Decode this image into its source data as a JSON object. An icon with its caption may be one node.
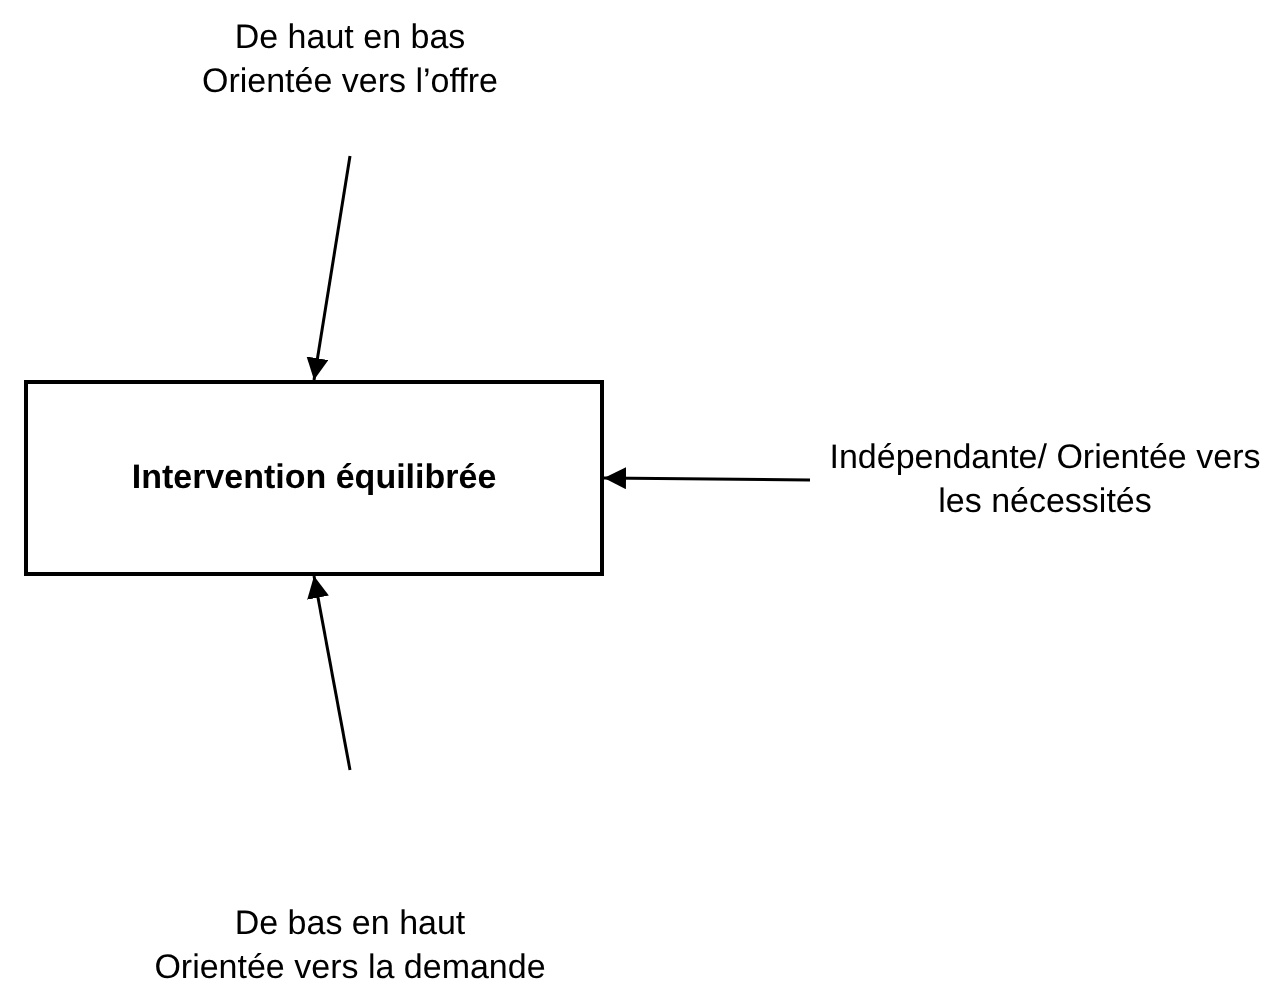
{
  "diagram": {
    "nodes": [
      {
        "text": [
          "Intervention équilibrée"
        ]
      },
      {
        "text": [
          "De haut en bas",
          "Orientée vers l’offre"
        ]
      },
      {
        "text": [
          "Indépendante/ Orientée vers les nécessités"
        ]
      },
      {
        "text": [
          "De bas en haut",
          "Orientée vers la demande"
        ]
      }
    ],
    "edges": [
      {
        "from": 1,
        "to": 0,
        "arrow": "to"
      },
      {
        "from": 2,
        "to": 0,
        "arrow": "to"
      },
      {
        "from": 3,
        "to": 0,
        "arrow": "to"
      }
    ]
  }
}
